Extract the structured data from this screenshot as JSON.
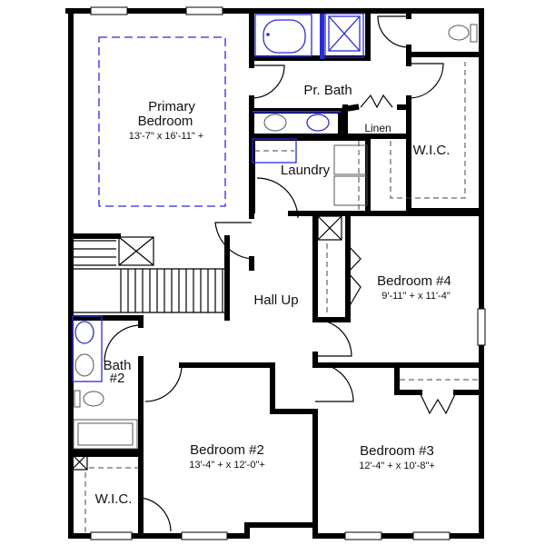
{
  "rooms": {
    "primary_bedroom": {
      "name_line1": "Primary",
      "name_line2": "Bedroom",
      "dimensions": "13'-7\" x 16'-11\" +"
    },
    "primary_bath": {
      "name": "Pr. Bath"
    },
    "linen": {
      "name": "Linen"
    },
    "primary_wic": {
      "name": "W.I.C."
    },
    "laundry": {
      "name": "Laundry"
    },
    "hall": {
      "name": "Hall Up"
    },
    "bedroom4": {
      "name": "Bedroom #4",
      "dimensions": "9'-11\" + x 11'-4\""
    },
    "bath2": {
      "name_line1": "Bath",
      "name_line2": "#2"
    },
    "bedroom2": {
      "name": "Bedroom #2",
      "dimensions": "13'-4\" + x 12'-0\"+"
    },
    "bedroom3": {
      "name": "Bedroom #3",
      "dimensions": "12'-4\" + x 10'-8\"+"
    },
    "bedroom2_wic": {
      "name": "W.I.C."
    }
  },
  "colors": {
    "walls": "#000000",
    "fixtures": "#2b2bd6"
  }
}
